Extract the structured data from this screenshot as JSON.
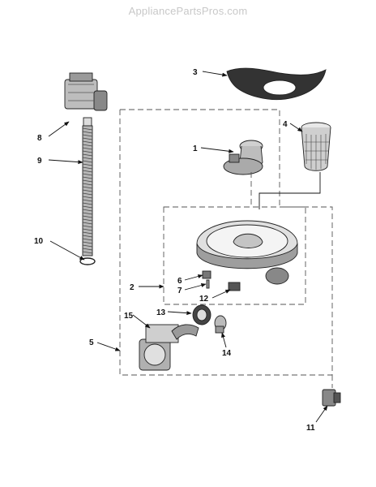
{
  "watermark": "AppliancePartsPros.com",
  "callouts": [
    "1",
    "2",
    "3",
    "4",
    "5",
    "6",
    "7",
    "8",
    "9",
    "10",
    "11",
    "12",
    "13",
    "14",
    "15"
  ],
  "colors": {
    "outline": "#222222",
    "watermark": "#c8c8c8",
    "part_fill": "#d9d9d9",
    "part_dark": "#555555"
  }
}
